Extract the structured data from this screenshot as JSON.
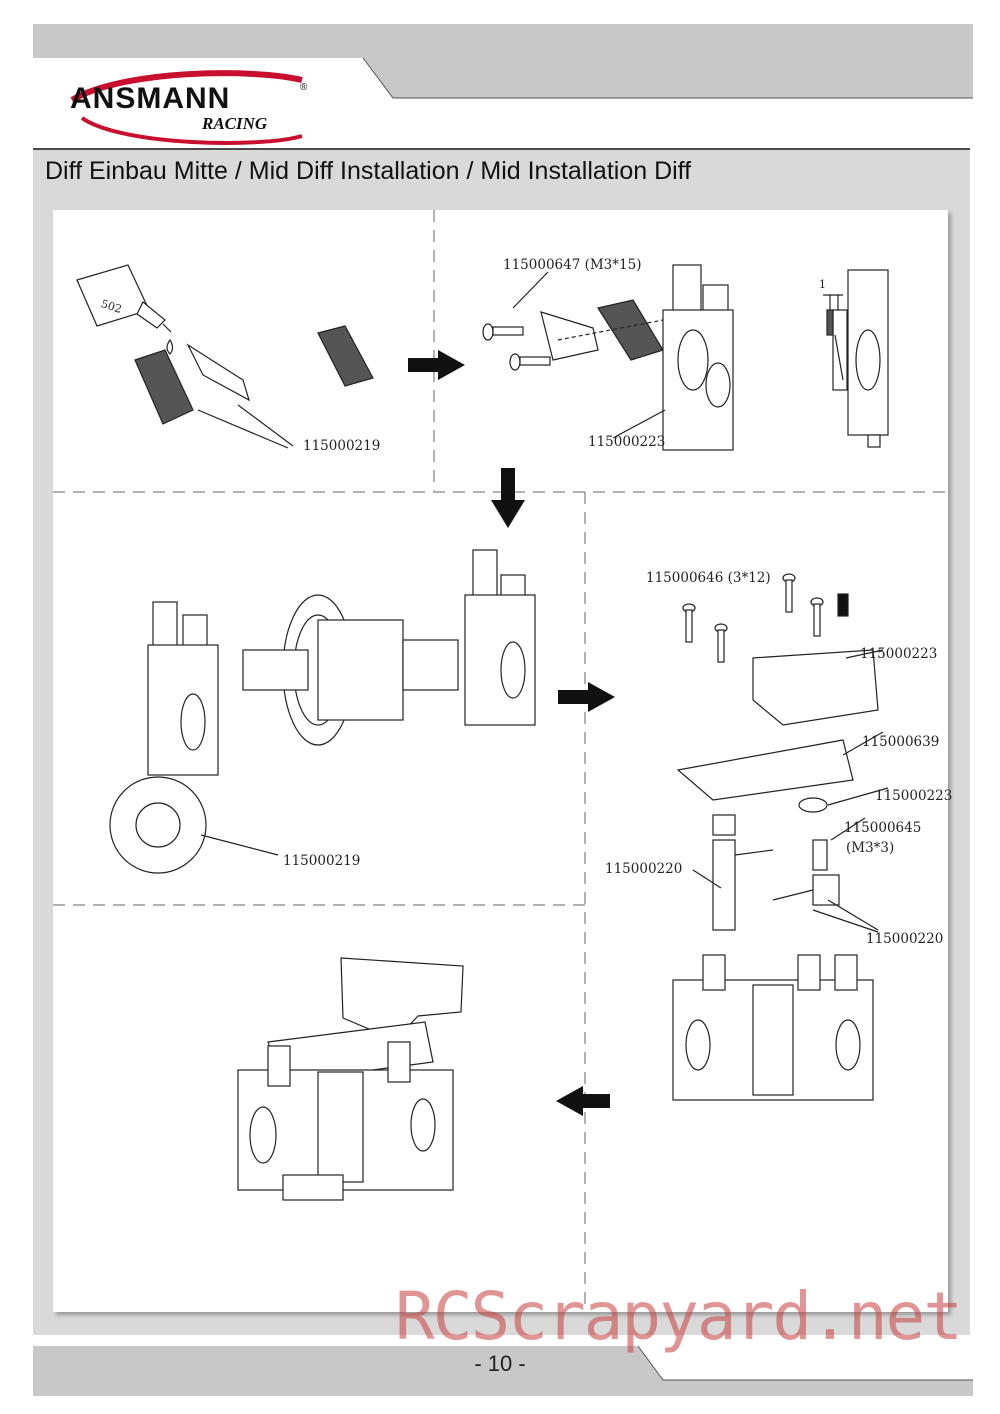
{
  "brand": {
    "name": "ANSMANN",
    "sub": "RACING",
    "reg": "®"
  },
  "title": "Diff Einbau Mitte / Mid Diff Installation / Mid Installation Diff",
  "page_number": "- 10 -",
  "watermark": "RCScrapyard.net",
  "colors": {
    "band": "#c8c8c8",
    "title_bg": "#d9d9d9",
    "accent_red": "#c8102e",
    "ink": "#222222"
  },
  "steps": {
    "step1": {
      "glue_label": "502",
      "part": "115000219"
    },
    "step2": {
      "screw": "115000647 (M3*15)",
      "part": "115000223"
    },
    "step2_detail": {
      "gap": "1"
    },
    "step3": {
      "part": "115000219"
    },
    "step4": {
      "screw": "115000646 (3*12)",
      "part_a": "115000223",
      "plate": "115000639",
      "part_b": "115000223",
      "set_screw": "115000645",
      "set_screw_size": "(M3*3)",
      "post_left": "115000220",
      "post_right": "115000220"
    }
  }
}
